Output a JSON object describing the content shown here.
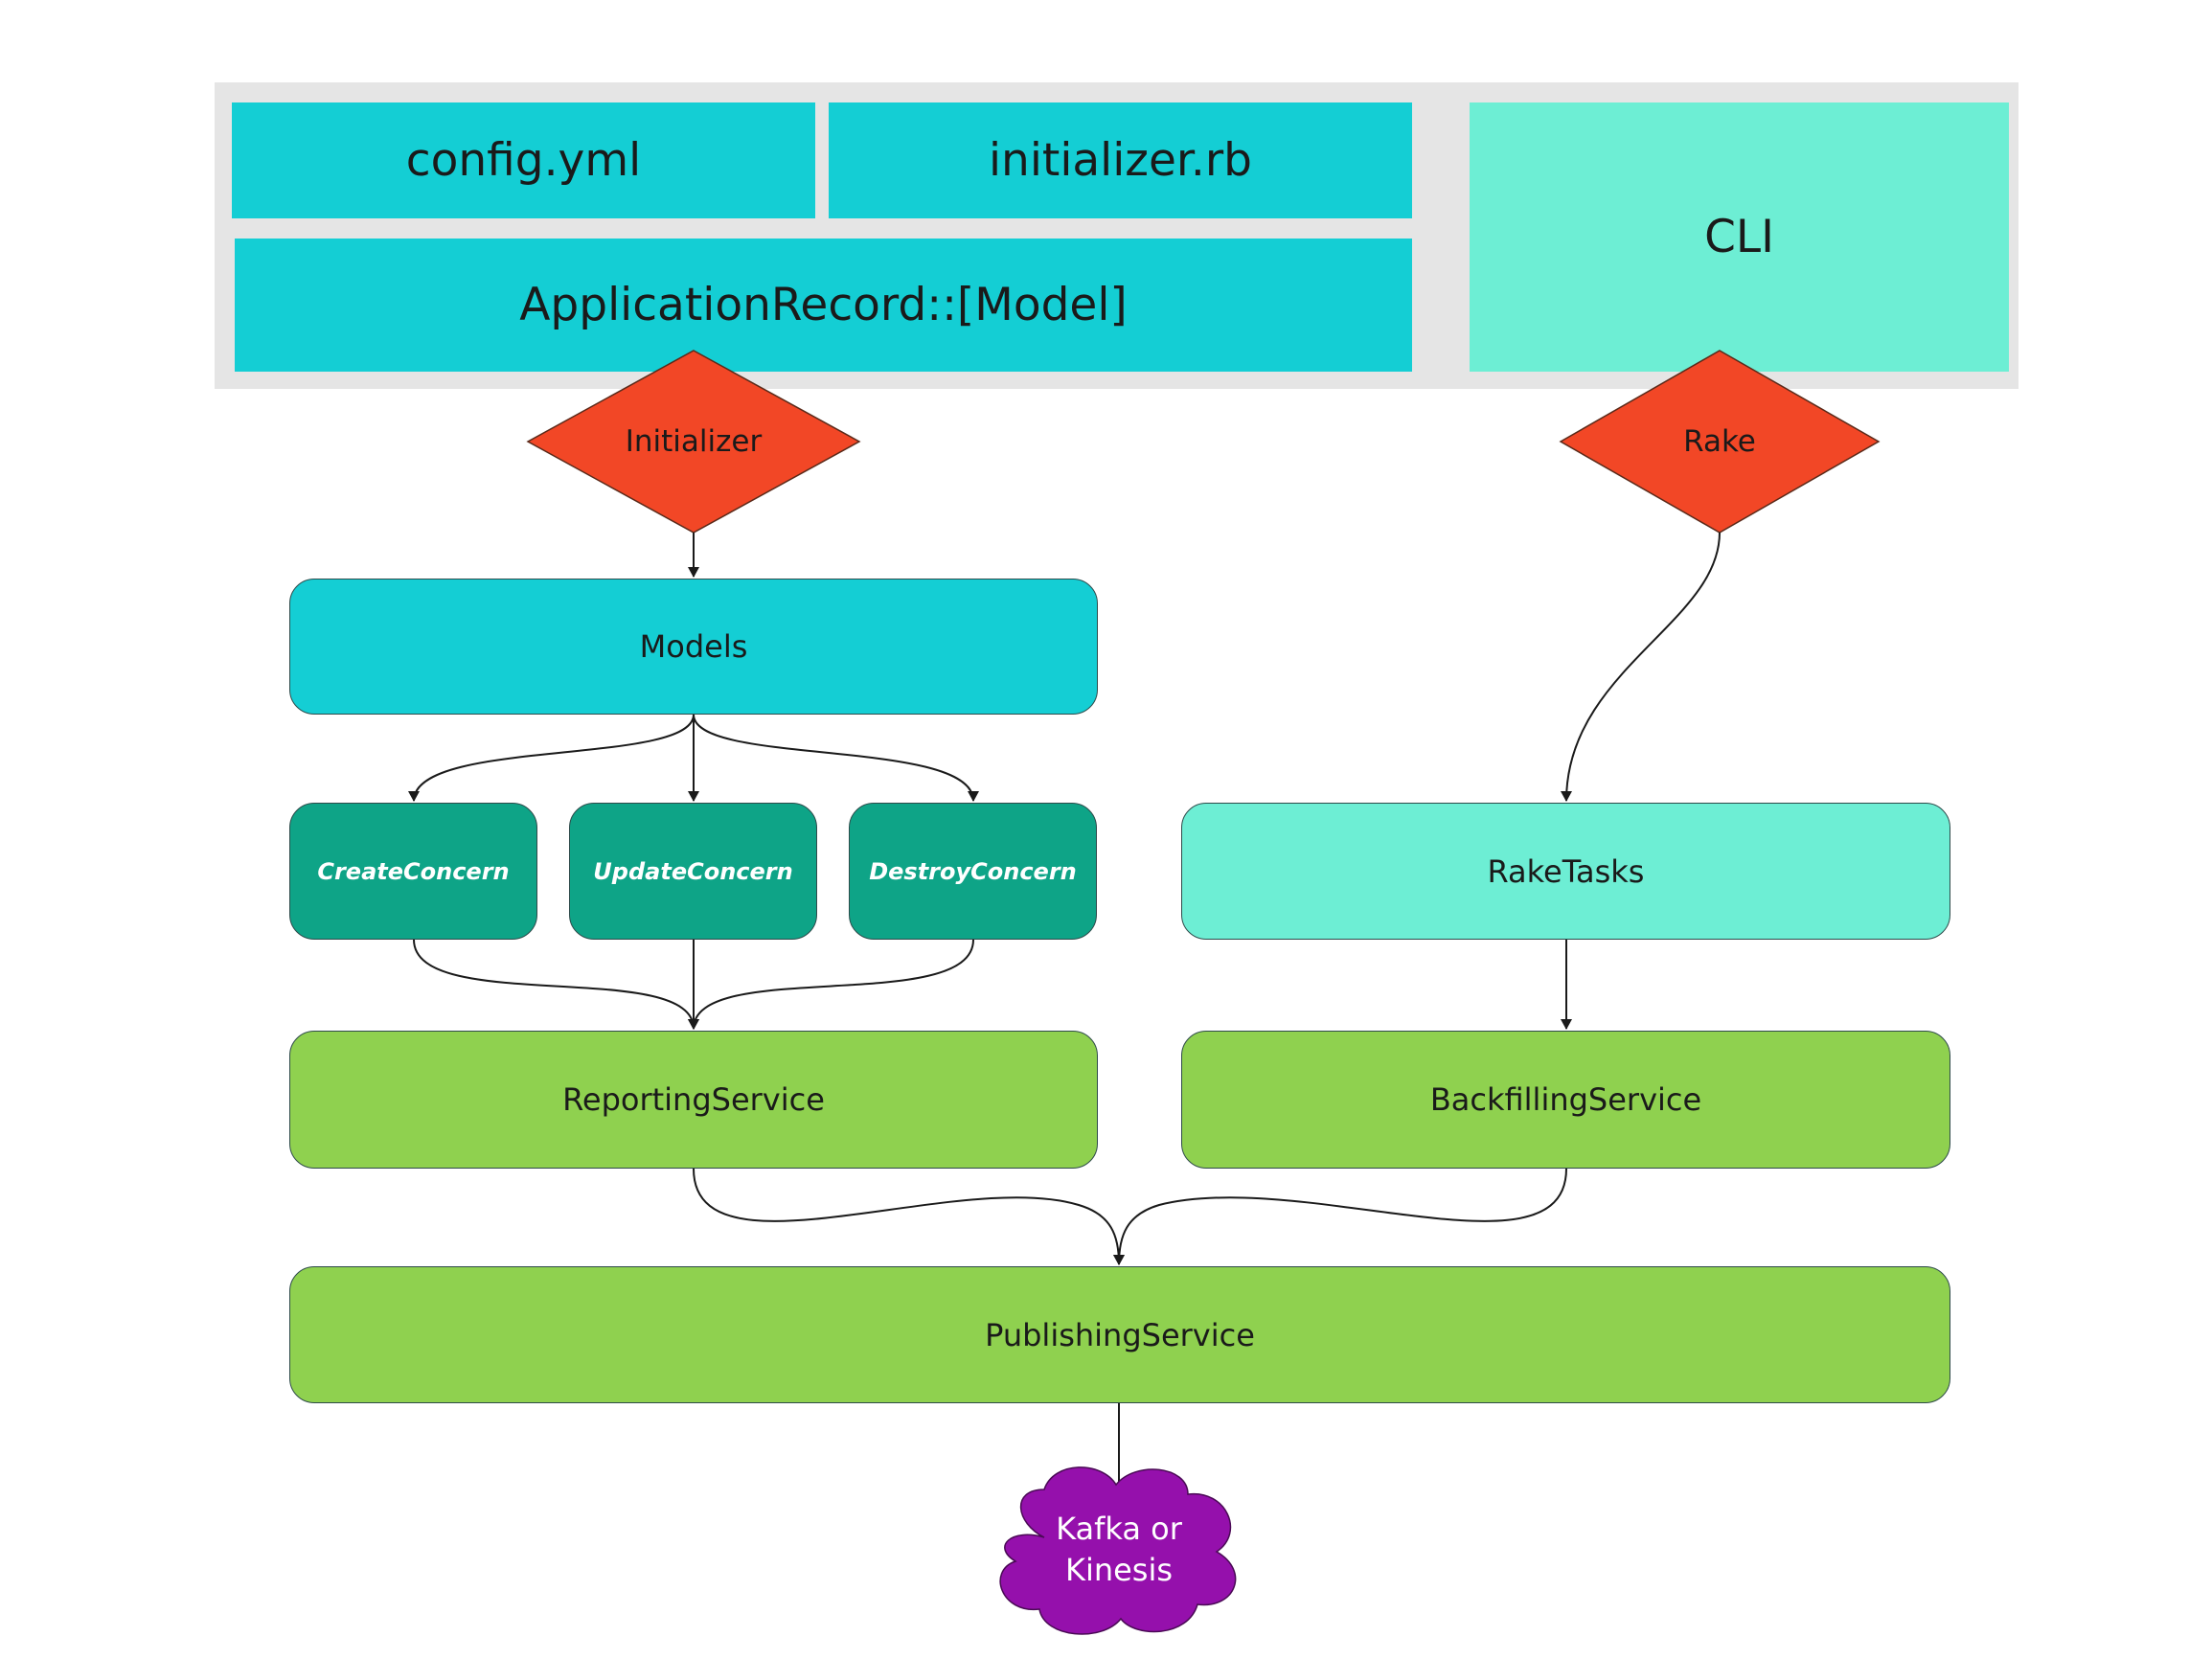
{
  "top_panel": {
    "config": "config.yml",
    "initializer_rb": "initializer.rb",
    "application_record": "ApplicationRecord::[Model]",
    "cli": "CLI"
  },
  "decisions": {
    "initializer": "Initializer",
    "rake": "Rake"
  },
  "nodes": {
    "models": "Models",
    "create_concern": "CreateConcern",
    "update_concern": "UpdateConcern",
    "destroy_concern": "DestroyConcern",
    "rake_tasks": "RakeTasks",
    "reporting_service": "ReportingService",
    "backfilling_service": "BackfillingService",
    "publishing_service": "PublishingService"
  },
  "sink": {
    "line1": "Kafka or",
    "line2": "Kinesis"
  },
  "colors": {
    "panel": "#e5e5e5",
    "cyan": "#14ced4",
    "mint": "#6deed4",
    "diamond": "#f24726",
    "teal": "#0ea487",
    "green": "#8fd14f",
    "cloud": "#9510ac"
  }
}
